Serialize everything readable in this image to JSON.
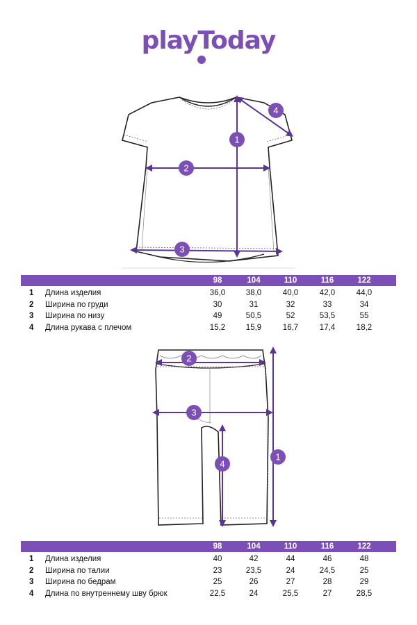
{
  "brand": {
    "logo_text": "playToday",
    "accent_color": "#7b4fb5"
  },
  "tshirt": {
    "diagram_labels": [
      "1",
      "2",
      "3",
      "4"
    ],
    "table": {
      "sizes": [
        "98",
        "104",
        "110",
        "116",
        "122"
      ],
      "rows": [
        {
          "num": "1",
          "label": "Длина изделия",
          "values": [
            "36,0",
            "38,0",
            "40,0",
            "42,0",
            "44,0"
          ]
        },
        {
          "num": "2",
          "label": "Ширина по груди",
          "values": [
            "30",
            "31",
            "32",
            "33",
            "34"
          ]
        },
        {
          "num": "3",
          "label": "Ширина по низу",
          "values": [
            "49",
            "50,5",
            "52",
            "53,5",
            "55"
          ]
        },
        {
          "num": "4",
          "label": "Длина рукава с плечом",
          "values": [
            "15,2",
            "15,9",
            "16,7",
            "17,4",
            "18,2"
          ]
        }
      ]
    }
  },
  "pants": {
    "diagram_labels": [
      "1",
      "2",
      "3",
      "4"
    ],
    "table": {
      "sizes": [
        "98",
        "104",
        "110",
        "116",
        "122"
      ],
      "rows": [
        {
          "num": "1",
          "label": "Длина изделия",
          "values": [
            "40",
            "42",
            "44",
            "46",
            "48"
          ]
        },
        {
          "num": "2",
          "label": "Ширина по талии",
          "values": [
            "23",
            "23,5",
            "24",
            "24,5",
            "25"
          ]
        },
        {
          "num": "3",
          "label": "Ширина по бедрам",
          "values": [
            "25",
            "26",
            "27",
            "28",
            "29"
          ]
        },
        {
          "num": "4",
          "label": "Длина по внутреннему шву брюк",
          "values": [
            "22,5",
            "24",
            "25,5",
            "27",
            "28,5"
          ]
        }
      ]
    }
  }
}
